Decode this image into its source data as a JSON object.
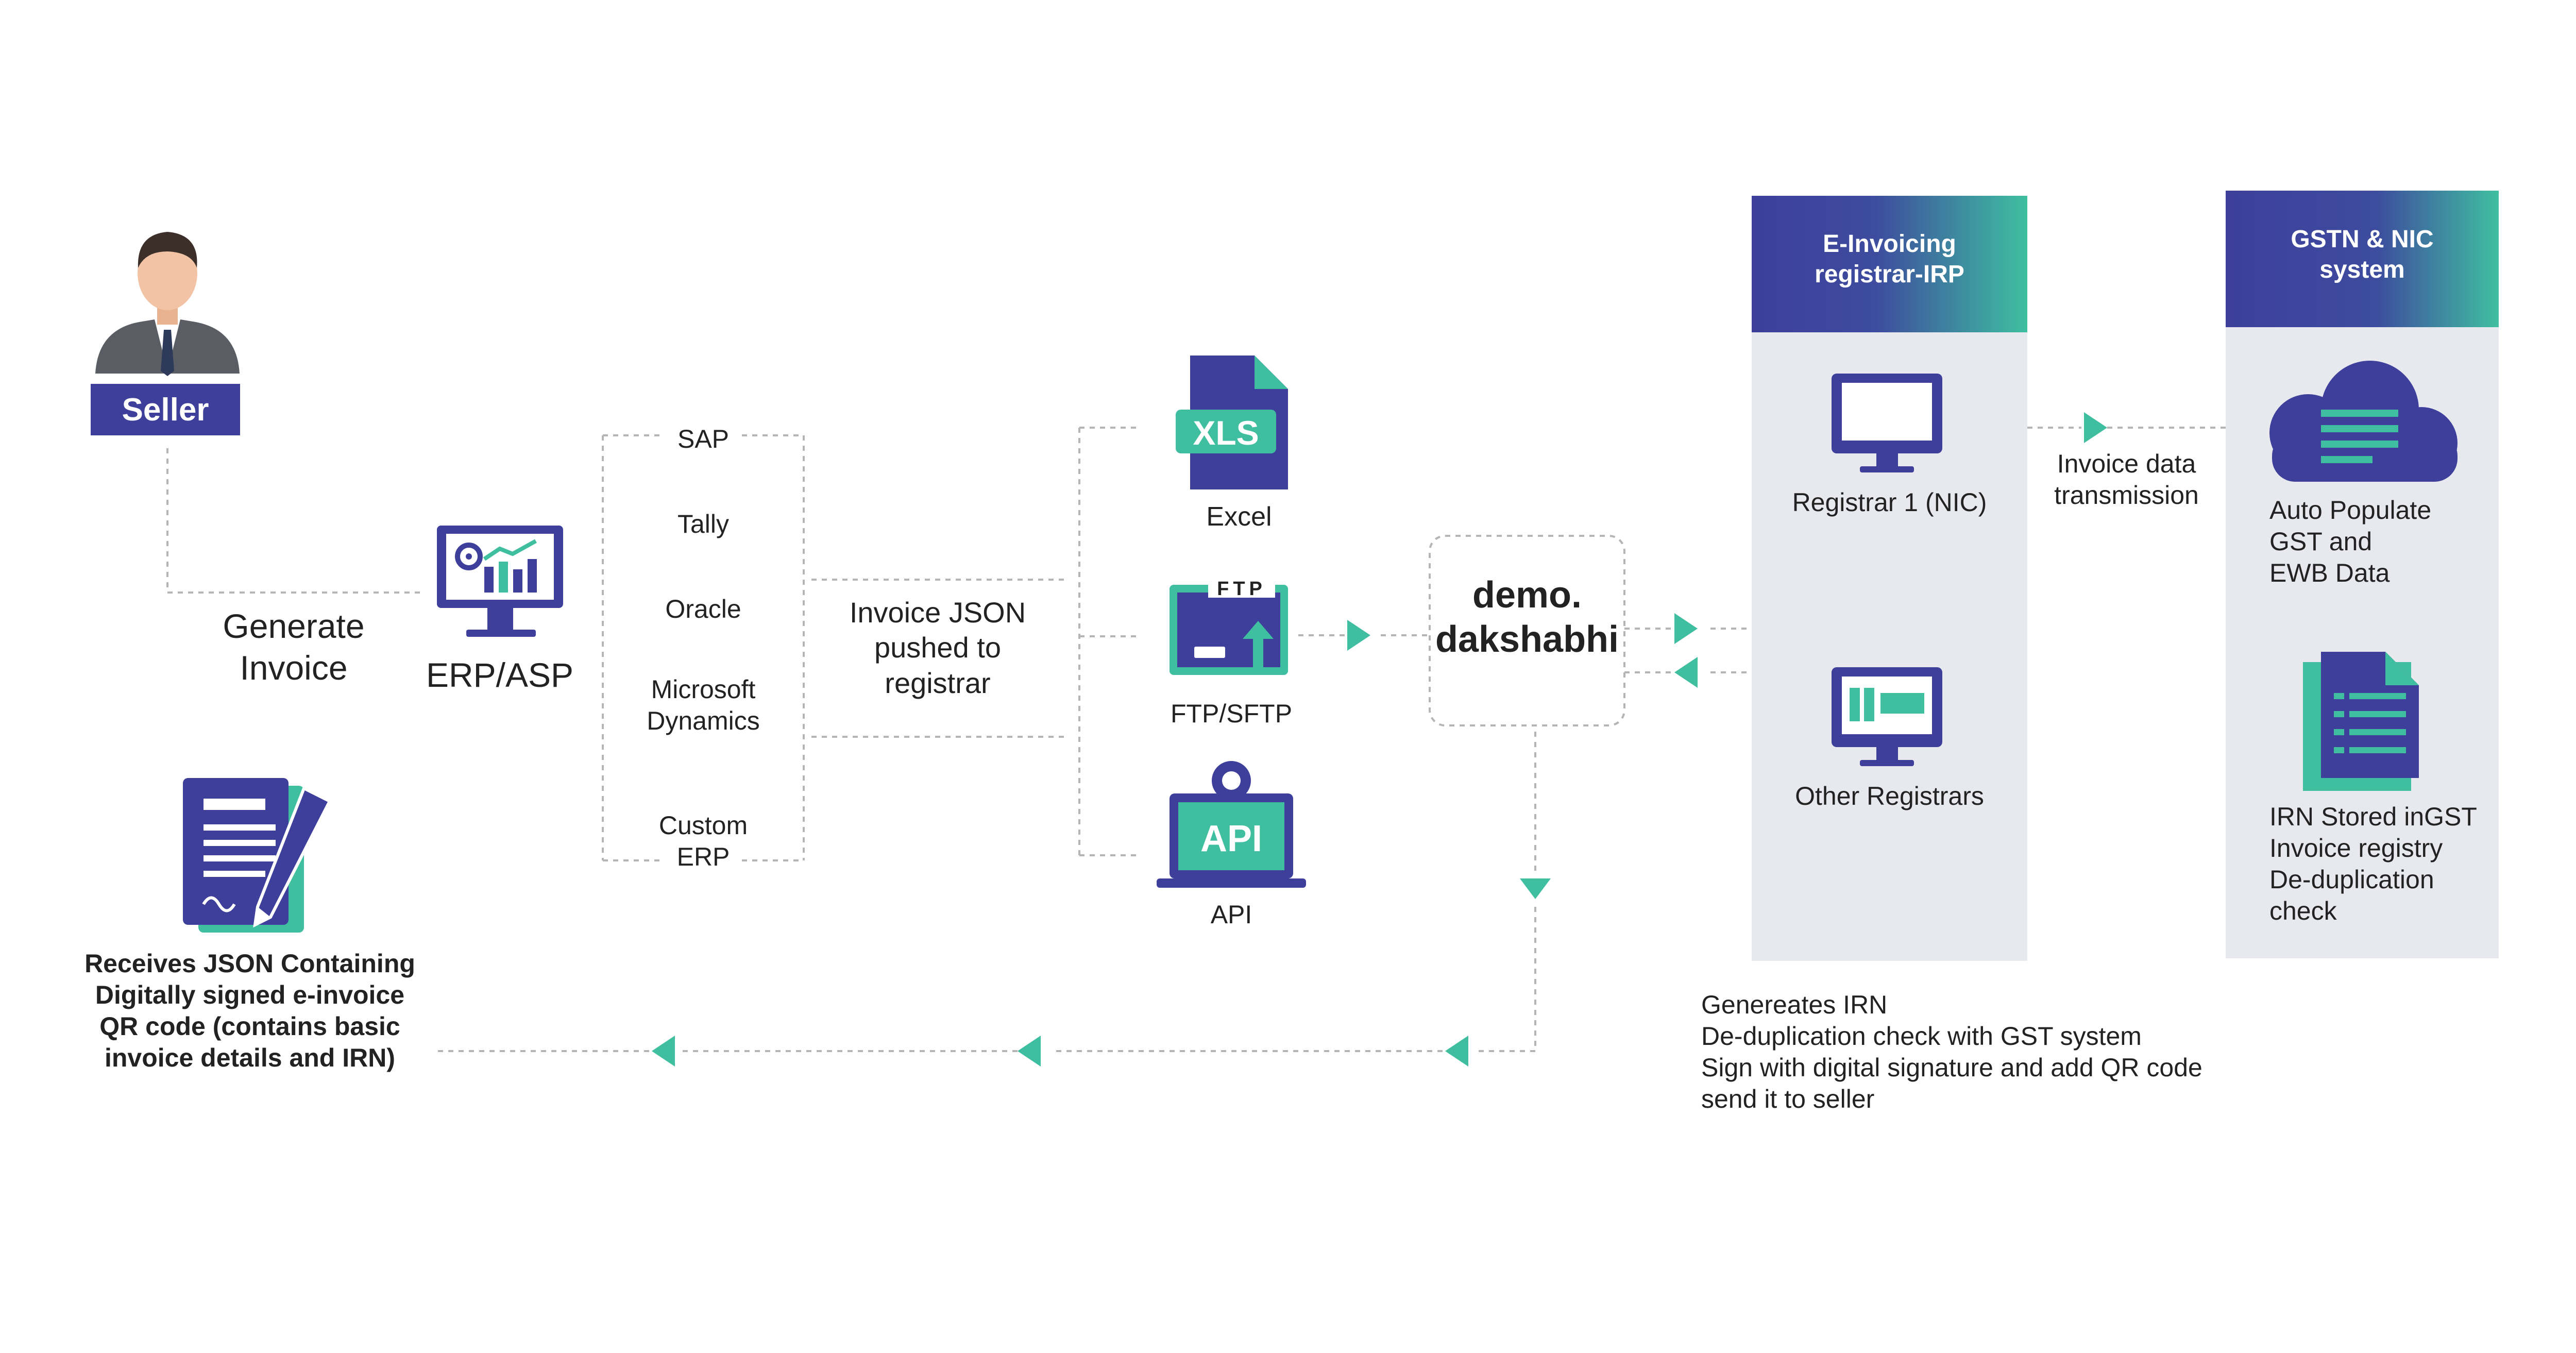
{
  "seller": {
    "label": "Seller"
  },
  "generate_invoice": {
    "line1": "Generate",
    "line2": "Invoice"
  },
  "erp": {
    "label": "ERP/ASP"
  },
  "erp_systems": {
    "sap": "SAP",
    "tally": "Tally",
    "oracle": "Oracle",
    "ms_line1": "Microsoft",
    "ms_line2": "Dynamics",
    "custom_line1": "Custom",
    "custom_line2": "ERP"
  },
  "invoice_json": {
    "line1": "Invoice JSON",
    "line2": "pushed to",
    "line3": "registrar"
  },
  "channels": {
    "excel_badge": "XLS",
    "excel": "Excel",
    "ftp_badge": "FTP",
    "ftp": "FTP/SFTP",
    "api_badge": "API",
    "api": "API"
  },
  "center": {
    "line1": "demo.",
    "line2": "dakshabhi"
  },
  "irp": {
    "header_line1": "E-Invoicing",
    "header_line2": "registrar-IRP",
    "registrar1": "Registrar 1 (NIC)",
    "other": "Other Registrars"
  },
  "transmission": {
    "line1": "Invoice data",
    "line2": "transmission"
  },
  "gstn": {
    "header_line1": "GSTN & NIC",
    "header_line2": "system",
    "auto_line1": "Auto Populate",
    "auto_line2": "GST and",
    "auto_line3": "EWB Data",
    "irn_line1": "IRN Stored inGST",
    "irn_line2": "Invoice registry",
    "irn_line3": "De-duplication",
    "irn_line4": "check"
  },
  "irp_notes": {
    "line1": "Genereates IRN",
    "line2": "De-duplication check with GST system",
    "line3": "Sign with digital signature and add QR code",
    "line4": "send it to seller"
  },
  "receives": {
    "line1": "Receives JSON Containing",
    "line2": "Digitally signed e-invoice",
    "line3": "QR code (contains basic",
    "line4": "invoice details and IRN)"
  },
  "colors": {
    "navy": "#3d3f9b",
    "teal": "#3fbfa0",
    "panel": "#e8e9ee",
    "line": "#b8b8b8",
    "text": "#222222"
  },
  "icons": {
    "seller": "person-avatar-icon",
    "erp": "monitor-analytics-icon",
    "excel": "xls-file-icon",
    "ftp": "ftp-upload-icon",
    "api": "api-laptop-icon",
    "registrar1": "monitor-icon",
    "other_registrars": "monitor-dashboard-icon",
    "auto_populate": "cloud-document-icon",
    "irn_stored": "document-icon",
    "receives": "document-pen-icon"
  }
}
